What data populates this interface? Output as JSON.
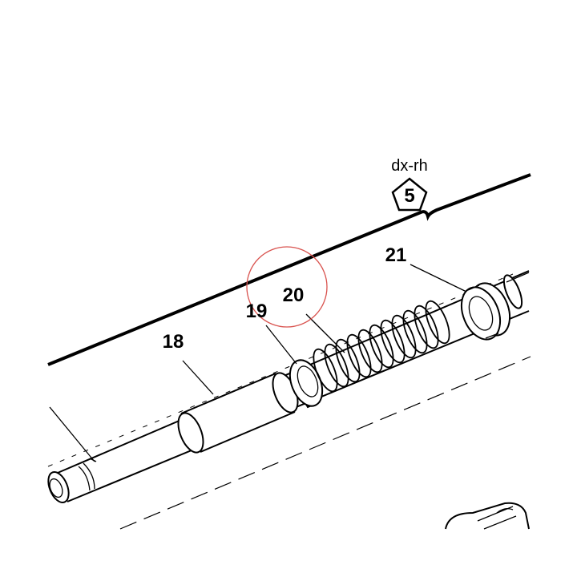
{
  "callouts": {
    "part_18": "18",
    "part_19": "19",
    "part_20": "20",
    "part_21": "21"
  },
  "orientation": {
    "side_label": "dx-rh",
    "step_number": "5"
  },
  "colors": {
    "line": "#000000",
    "background": "#ffffff",
    "highlight_circle": "#d9534f"
  }
}
